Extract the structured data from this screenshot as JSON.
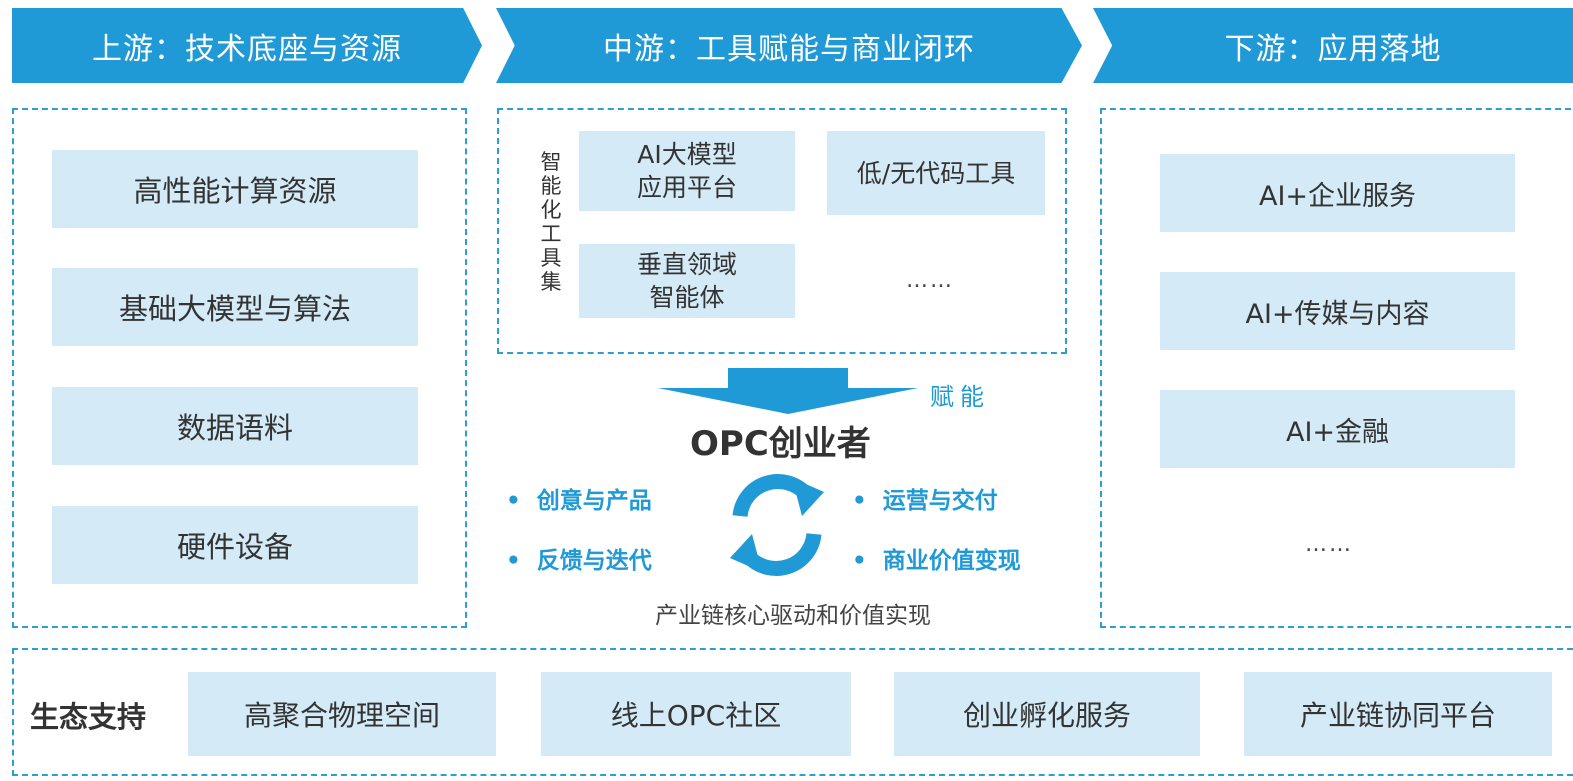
{
  "header": {
    "upstream": "上游：技术底座与资源",
    "midstream": "中游：工具赋能与商业闭环",
    "downstream": "下游：应用落地"
  },
  "upstream": {
    "items": [
      "高性能计算资源",
      "基础大模型与算法",
      "数据语料",
      "硬件设备"
    ]
  },
  "midstream": {
    "toolset_label": "智能化工具集",
    "tools": {
      "ai_platform_line1": "AI大模型",
      "ai_platform_line2": "应用平台",
      "lowcode": "低/无代码工具",
      "vertical_line1": "垂直领域",
      "vertical_line2": "智能体",
      "more": "……"
    },
    "empower_label": "赋能",
    "core_title": "OPC创业者",
    "cycle": {
      "top_left": "创意与产品",
      "bottom_left": "反馈与迭代",
      "top_right": "运营与交付",
      "bottom_right": "商业价值变现",
      "bullet": "•"
    },
    "caption": "产业链核心驱动和价值实现"
  },
  "downstream": {
    "items": [
      "AI+企业服务",
      "AI+传媒与内容",
      "AI+金融"
    ],
    "more": "……"
  },
  "ecosystem": {
    "label": "生态支持",
    "items": [
      "高聚合物理空间",
      "线上OPC社区",
      "创业孵化服务",
      "产业链协同平台"
    ]
  },
  "colors": {
    "accent": "#1f9ad6",
    "box_fill": "#d4ebf7",
    "dash": "#2a9fd6"
  }
}
